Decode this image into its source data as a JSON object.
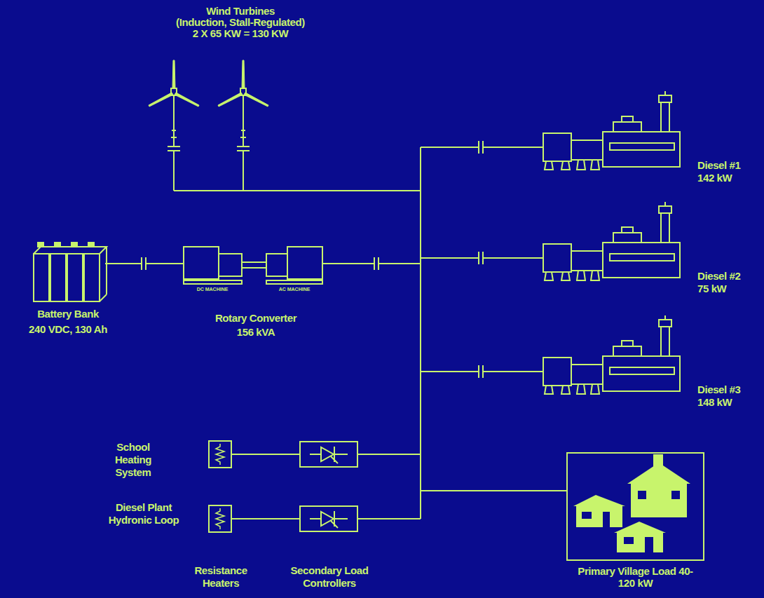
{
  "diagram": {
    "nodes": [
      {
        "text": [
          "Primary Village Load 40-120 kW"
        ]
      }
    ],
    "labels": [
      "Wind Turbines",
      "(Induction, Stall-Regulated)",
      "2 X 65 KW = 130 KW",
      "Diesel #1",
      "142 kW",
      "Diesel #2",
      "75 kW",
      "Diesel #3",
      "148 kW",
      "Battery Bank",
      "240 VDC, 130 Ah",
      "DC MACHINE",
      "AC MACHINE",
      "Rotary Converter",
      "156 kVA",
      "School",
      "Heating",
      "System",
      "Diesel Plant",
      "Hydronic Loop",
      "Resistance",
      "Heaters",
      "Secondary Load",
      "Controllers"
    ]
  }
}
